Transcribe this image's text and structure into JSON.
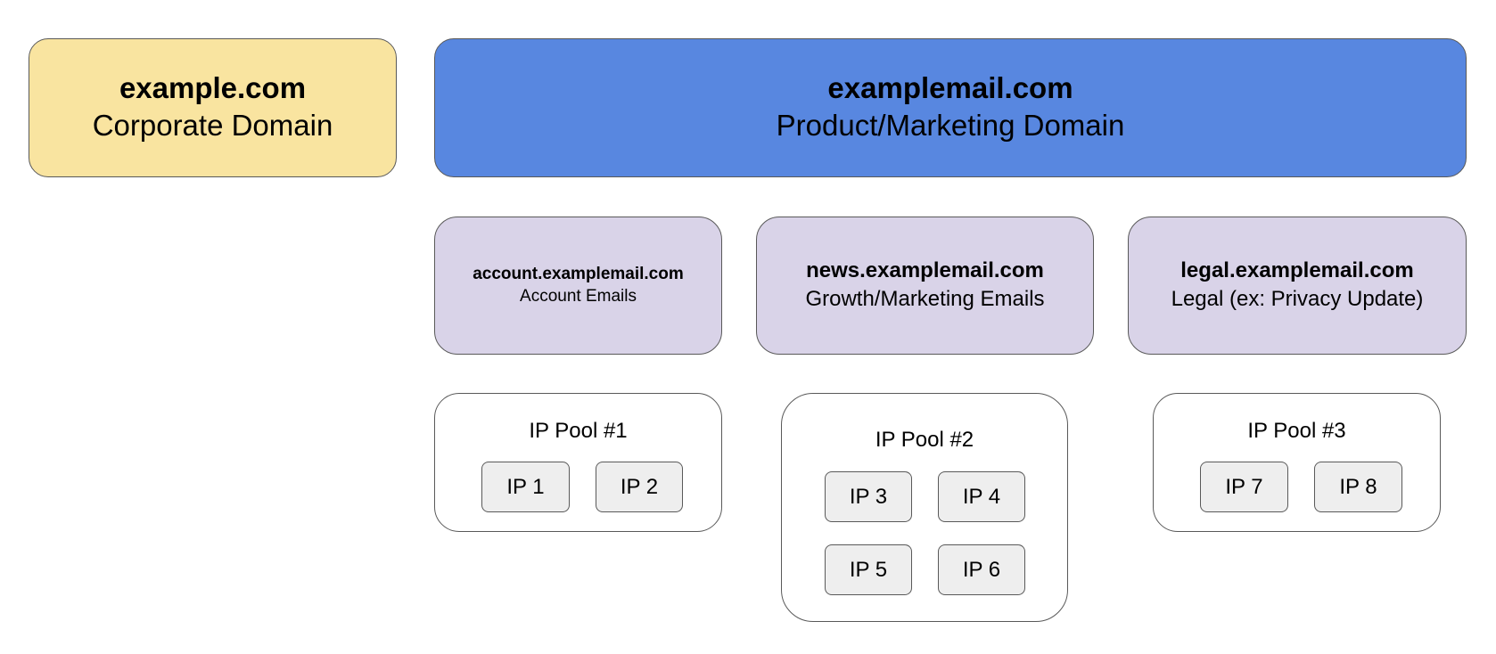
{
  "corporate": {
    "title": "example.com",
    "subtitle": "Corporate Domain",
    "color": "#f9e4a0"
  },
  "product": {
    "title": "examplemail.com",
    "subtitle": "Product/Marketing Domain",
    "color": "#5887e0"
  },
  "subdomains": [
    {
      "title": "account.examplemail.com",
      "subtitle": "Account Emails"
    },
    {
      "title": "news.examplemail.com",
      "subtitle": "Growth/Marketing Emails"
    },
    {
      "title": "legal.examplemail.com",
      "subtitle": "Legal (ex: Privacy Update)"
    }
  ],
  "pools": [
    {
      "label": "IP Pool #1",
      "ips": [
        "IP 1",
        "IP 2"
      ]
    },
    {
      "label": "IP Pool #2",
      "ips": [
        "IP 3",
        "IP 4",
        "IP 5",
        "IP 6"
      ]
    },
    {
      "label": "IP Pool #3",
      "ips": [
        "IP 7",
        "IP 8"
      ]
    }
  ]
}
